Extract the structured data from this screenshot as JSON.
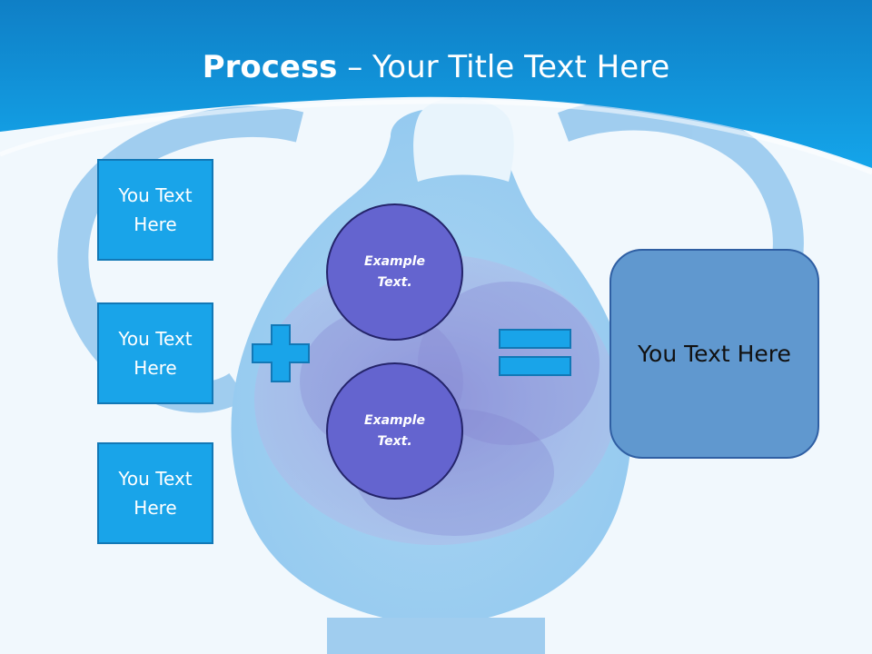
{
  "slide": {
    "title_bold": "Process",
    "title_rest": " – Your Title Text Here",
    "left_boxes": [
      {
        "label": "You Text Here"
      },
      {
        "label": "You Text Here"
      },
      {
        "label": "You Text Here"
      }
    ],
    "circles": [
      {
        "label": "Example Text."
      },
      {
        "label": "Example Text."
      }
    ],
    "result_label": "You Text Here",
    "icons": {
      "plus": "plus-icon",
      "equals": "equals-icon"
    }
  },
  "colors": {
    "header_blue": "#1394d8",
    "box_blue": "#19a4e9",
    "circle_purple": "#6464cf",
    "result_blue": "#6098cf"
  }
}
